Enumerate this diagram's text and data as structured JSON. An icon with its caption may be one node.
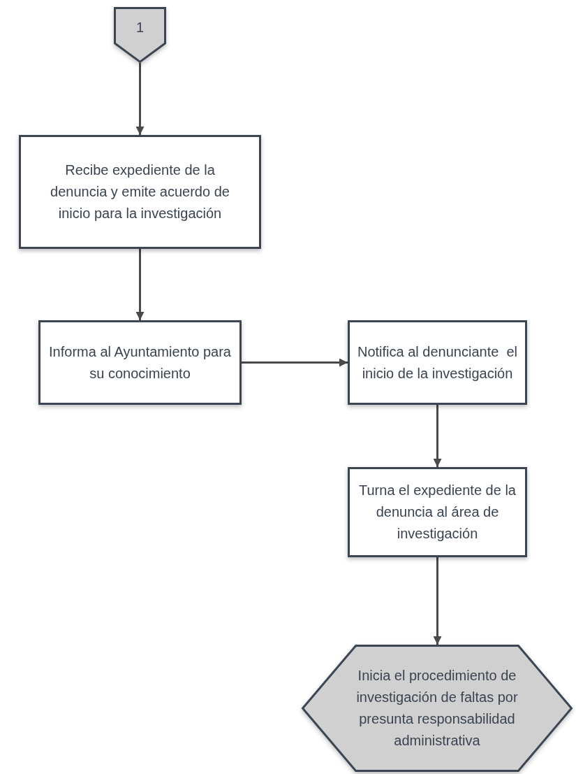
{
  "diagram": {
    "nodes": [
      {
        "text": [
          "1"
        ]
      },
      {
        "text": [
          "Recibe expediente de la denuncia y emite acuerdo de inicio para la investigación"
        ]
      },
      {
        "text": [
          "Informa al Ayuntamiento para su conocimiento"
        ]
      },
      {
        "text": [
          "Notifica al denunciante  el inicio de la investigación"
        ]
      },
      {
        "text": [
          "Turna el expediente de la denuncia al área de investigación"
        ]
      },
      {
        "text": [
          "Inicia el procedimiento de investigación de faltas por presunta responsabilidad administrativa"
        ]
      }
    ],
    "edges": [
      {
        "from": 0,
        "to": 1,
        "arrow": "to"
      },
      {
        "from": 1,
        "to": 2,
        "arrow": "to"
      },
      {
        "from": 2,
        "to": 3,
        "arrow": "to"
      },
      {
        "from": 3,
        "to": 4,
        "arrow": "to"
      },
      {
        "from": 4,
        "to": 5,
        "arrow": "to"
      }
    ]
  }
}
